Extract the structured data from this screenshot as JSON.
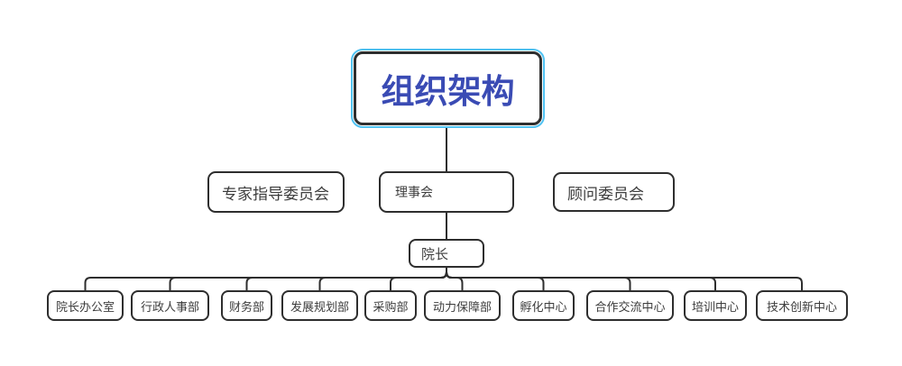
{
  "chart": {
    "type": "org-chart",
    "title": "组织架构",
    "committees": {
      "expert": "专家指导委员会",
      "council": "理事会",
      "advisory": "顾问委员会"
    },
    "dean": "院长",
    "departments": [
      "院长办公室",
      "行政人事部",
      "财务部",
      "发展规划部",
      "采购部",
      "动力保障部",
      "孵化中心",
      "合作交流中心",
      "培训中心",
      "技术创新中心"
    ],
    "colors": {
      "title_text": "#3A4BB4",
      "selection_outline": "#50C2F2",
      "node_border": "#2E2E2E",
      "node_text": "#3D3D3D"
    }
  }
}
